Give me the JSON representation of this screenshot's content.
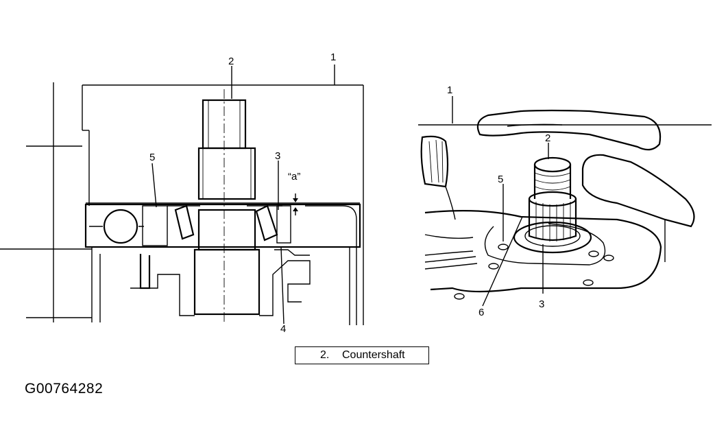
{
  "left_view": {
    "callouts": {
      "c1": "1",
      "c2": "2",
      "c3": "3",
      "c4": "4",
      "c5": "5",
      "clearance": "“a”"
    }
  },
  "right_view": {
    "callouts": {
      "c1": "1",
      "c2": "2",
      "c3": "3",
      "c5": "5",
      "c6": "6"
    }
  },
  "legend": {
    "number": "2.",
    "text": "Countershaft"
  },
  "figure_id": "G00764282"
}
